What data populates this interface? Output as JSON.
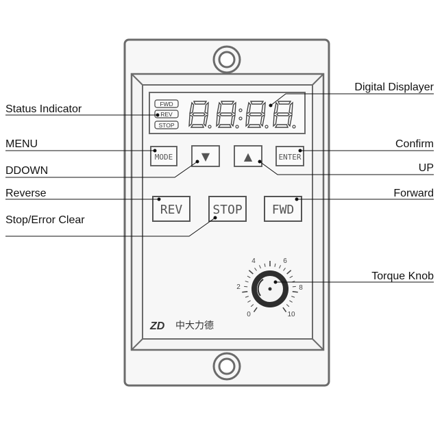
{
  "labels": {
    "status_indicator": "Status Indicator",
    "menu": "MENU",
    "ddown": "DDOWN",
    "reverse": "Reverse",
    "stop_error_clear": "Stop/Error Clear",
    "digital_displayer": "Digital Displayer",
    "confirm": "Confirm",
    "up": "UP",
    "forward": "Forward",
    "torque_knob": "Torque Knob"
  },
  "status": [
    "FWD",
    "REV",
    "STOP"
  ],
  "display": {
    "digits": "8888"
  },
  "buttons": {
    "mode": "MODE",
    "down": "▼",
    "up": "▲",
    "enter": "ENTER",
    "rev": "REV",
    "stop": "STOP",
    "fwd": "FWD"
  },
  "dial": {
    "ticks": [
      "0",
      "2",
      "4",
      "6",
      "8",
      "10"
    ]
  },
  "brand": {
    "logo": "ZD",
    "name": "中大力德"
  },
  "colors": {
    "frame": "#6b6b6b",
    "panel": "#f4f4f4",
    "ink": "#111111"
  }
}
